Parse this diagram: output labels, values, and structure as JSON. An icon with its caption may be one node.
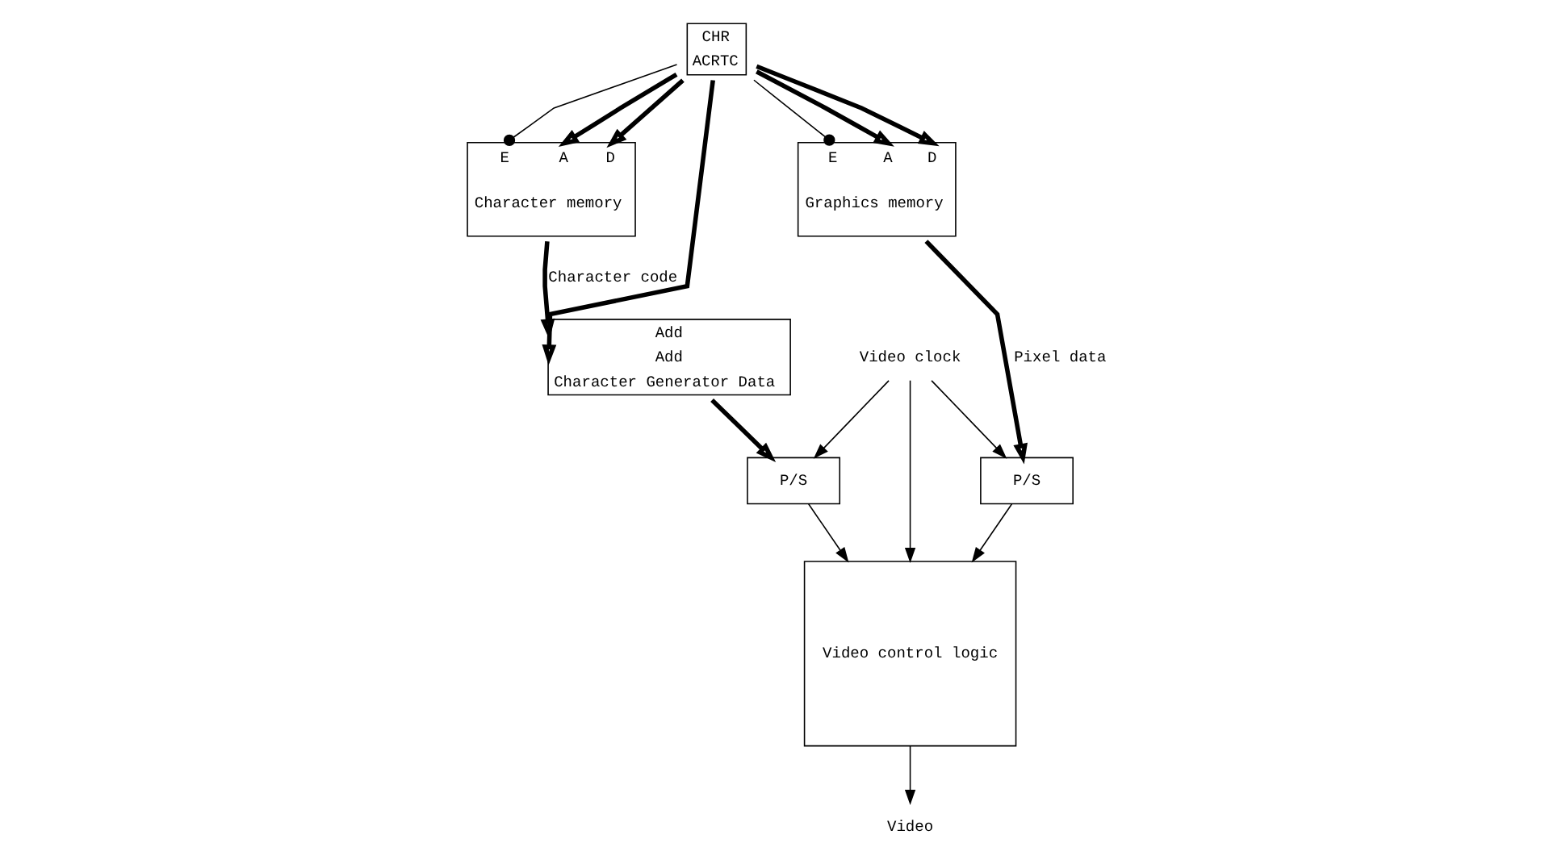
{
  "diagram": {
    "nodes": [
      {
        "text": [
          "CHR",
          "ACRTC"
        ]
      },
      {
        "text": [
          "E",
          "A",
          "D",
          "Character memory"
        ]
      },
      {
        "text": [
          "E",
          "A",
          "D",
          "Graphics memory"
        ]
      },
      {
        "text": [
          "Add",
          "Add",
          "Character Generator Data"
        ]
      },
      {
        "text": [
          "P/S"
        ]
      },
      {
        "text": [
          "P/S"
        ]
      },
      {
        "text": [
          "Video control logic"
        ]
      },
      {
        "text": [
          "Video"
        ]
      },
      {
        "text": [
          "Video clock"
        ]
      }
    ],
    "edges": [
      {
        "from": 0,
        "to": 1,
        "arrow": "other"
      },
      {
        "from": 0,
        "to": 2,
        "arrow": "other"
      },
      {
        "from": 0,
        "to": 1,
        "arrow": "to",
        "style": "thick"
      },
      {
        "from": 0,
        "to": 1,
        "arrow": "to",
        "style": "thick"
      },
      {
        "from": 0,
        "to": 2,
        "arrow": "to",
        "style": "thick"
      },
      {
        "from": 0,
        "to": 2,
        "arrow": "to",
        "style": "thick"
      },
      {
        "from": 0,
        "to": 3,
        "arrow": "to",
        "style": "thick"
      },
      {
        "from": 1,
        "to": 3,
        "arrow": "to",
        "style": "thick",
        "label": "Character code"
      },
      {
        "from": 2,
        "to": 4,
        "arrow": "to",
        "style": "thick",
        "label": "Pixel data"
      },
      {
        "from": 3,
        "to": 5,
        "arrow": "to",
        "style": "thick"
      },
      {
        "from": 4,
        "to": 6,
        "arrow": "to"
      },
      {
        "from": 5,
        "to": 6,
        "arrow": "to"
      },
      {
        "from": 8,
        "to": 5,
        "arrow": "to"
      },
      {
        "from": 8,
        "to": 4,
        "arrow": "to"
      },
      {
        "from": 8,
        "to": 6,
        "arrow": "to"
      },
      {
        "from": 6,
        "to": 7,
        "arrow": "to"
      }
    ]
  }
}
